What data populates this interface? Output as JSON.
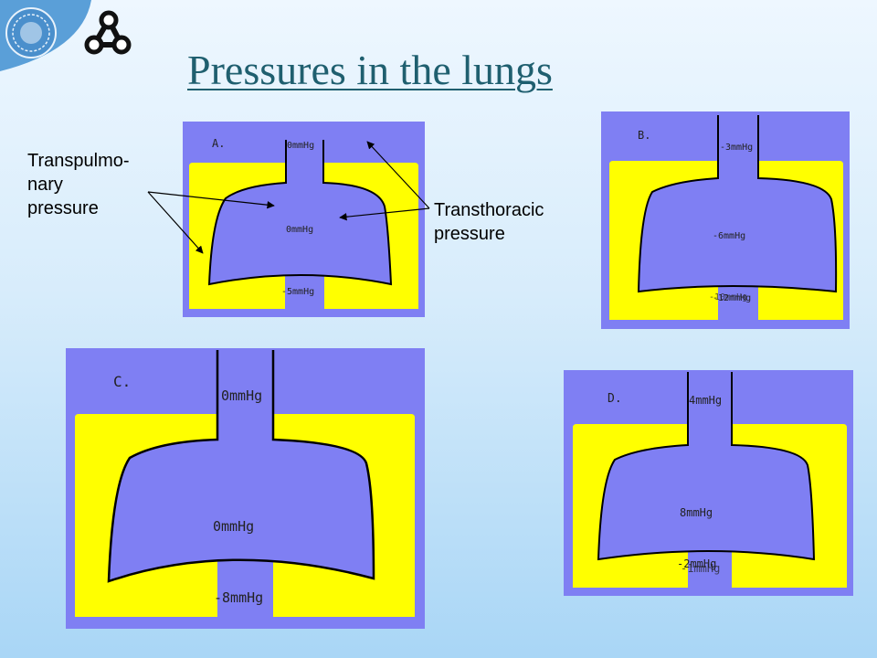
{
  "title": "Pressures in the lungs",
  "callouts": {
    "transpulmonary": [
      "Transpulmo-",
      "nary",
      "pressure"
    ],
    "transthoracic": [
      "Transthoracic",
      "pressure"
    ]
  },
  "colors": {
    "lung": "#7f7ff3",
    "chest": "#ffff00",
    "outline": "#000000",
    "title": "#1f5f6f"
  },
  "panels": {
    "a": {
      "letter": "A.",
      "airway": "0mmHg",
      "alveolar": "0mmHg",
      "pleural": "-5mmHg"
    },
    "b": {
      "letter": "B.",
      "airway": "-3mmHg",
      "alveolar": "-6mmHg",
      "pleural": "-12mmHg",
      "pleural_overlap": "-10mmHg"
    },
    "c": {
      "letter": "C.",
      "airway": "0mmHg",
      "alveolar": "0mmHg",
      "pleural": "-8mmHg"
    },
    "d": {
      "letter": "D.",
      "airway": "4mmHg",
      "alveolar": "8mmHg",
      "pleural": "-2mmHg",
      "pleural_overlap": "-1mmHg"
    }
  }
}
